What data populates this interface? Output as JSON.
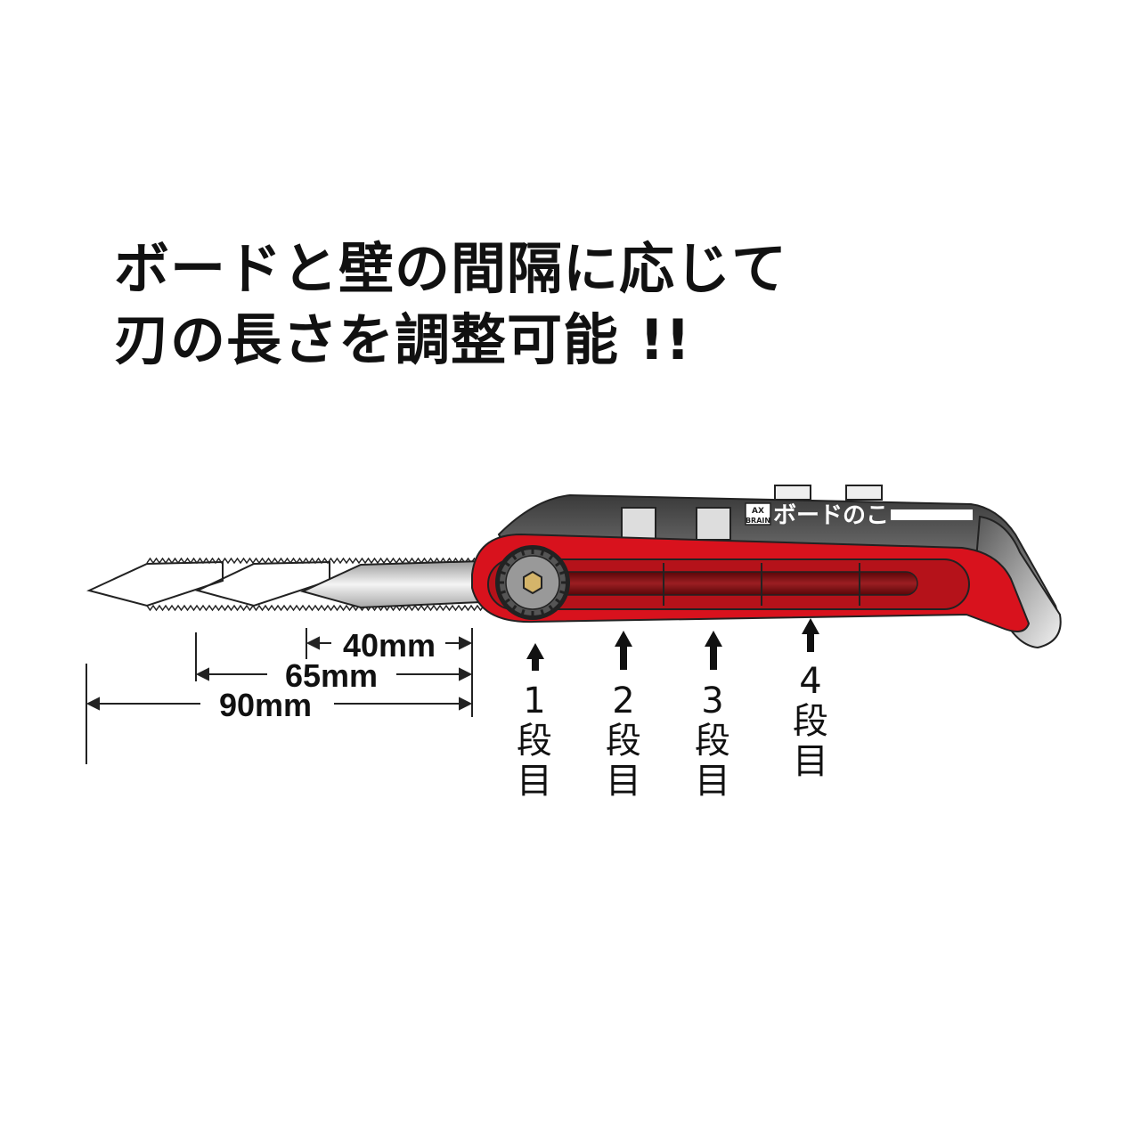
{
  "headline": {
    "line1": "ボードと壁の間隔に応じて",
    "line2": "刃の長さを調整可能 !!"
  },
  "tool": {
    "brand_top": "AX",
    "brand_bottom": "BRAIN",
    "product_name": "ボードのこ"
  },
  "dimensions": [
    {
      "label": "40mm"
    },
    {
      "label": "65mm"
    },
    {
      "label": "90mm"
    }
  ],
  "steps": [
    {
      "number": "1",
      "char1": "段",
      "char2": "目"
    },
    {
      "number": "2",
      "char1": "段",
      "char2": "目"
    },
    {
      "number": "3",
      "char1": "段",
      "char2": "目"
    },
    {
      "number": "4",
      "char1": "段",
      "char2": "目"
    }
  ],
  "colors": {
    "body_red": "#d8121d",
    "body_gray": "#6e6e6e",
    "blade": "#dcdcdc",
    "text": "#111111"
  }
}
